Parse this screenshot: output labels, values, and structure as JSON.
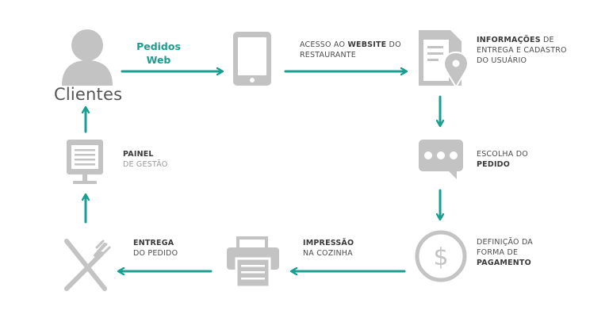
{
  "colors": {
    "icon": "#c3c3c3",
    "arrow": "#1a9e8f",
    "text": "#4d4d4d",
    "muted": "#9a9a9a"
  },
  "nodes": {
    "clientes": {
      "label": "Clientes",
      "icon": "user-icon"
    },
    "pedidos_web": {
      "line1": "Pedidos",
      "line2": "Web"
    },
    "acesso": {
      "pre": "ACESSO AO ",
      "bold": "WEBSITE",
      "post": " DO",
      "line2": "RESTAURANTE",
      "icon": "tablet-icon"
    },
    "informacoes": {
      "bold": "INFORMAÇÕES",
      "post": " DE",
      "line2": "ENTREGA E CADASTRO",
      "line3": "DO USUÁRIO",
      "icon": "form-location-icon"
    },
    "escolha": {
      "line1": "ESCOLHA DO",
      "bold": "PEDIDO",
      "icon": "chat-bubble-icon"
    },
    "pagamento": {
      "line1": "DEFINIÇÃO DA",
      "line2": "FORMA DE",
      "bold": "PAGAMENTO",
      "icon": "dollar-coin-icon"
    },
    "impressao": {
      "bold": "IMPRESSÃO",
      "line2": "NA COZINHA",
      "icon": "printer-icon"
    },
    "entrega": {
      "bold": "ENTREGA",
      "line2": "DO PEDIDO",
      "icon": "knife-fork-icon"
    },
    "painel": {
      "bold": "PAINEL",
      "line2": "DE GESTÃO",
      "icon": "monitor-icon"
    }
  }
}
